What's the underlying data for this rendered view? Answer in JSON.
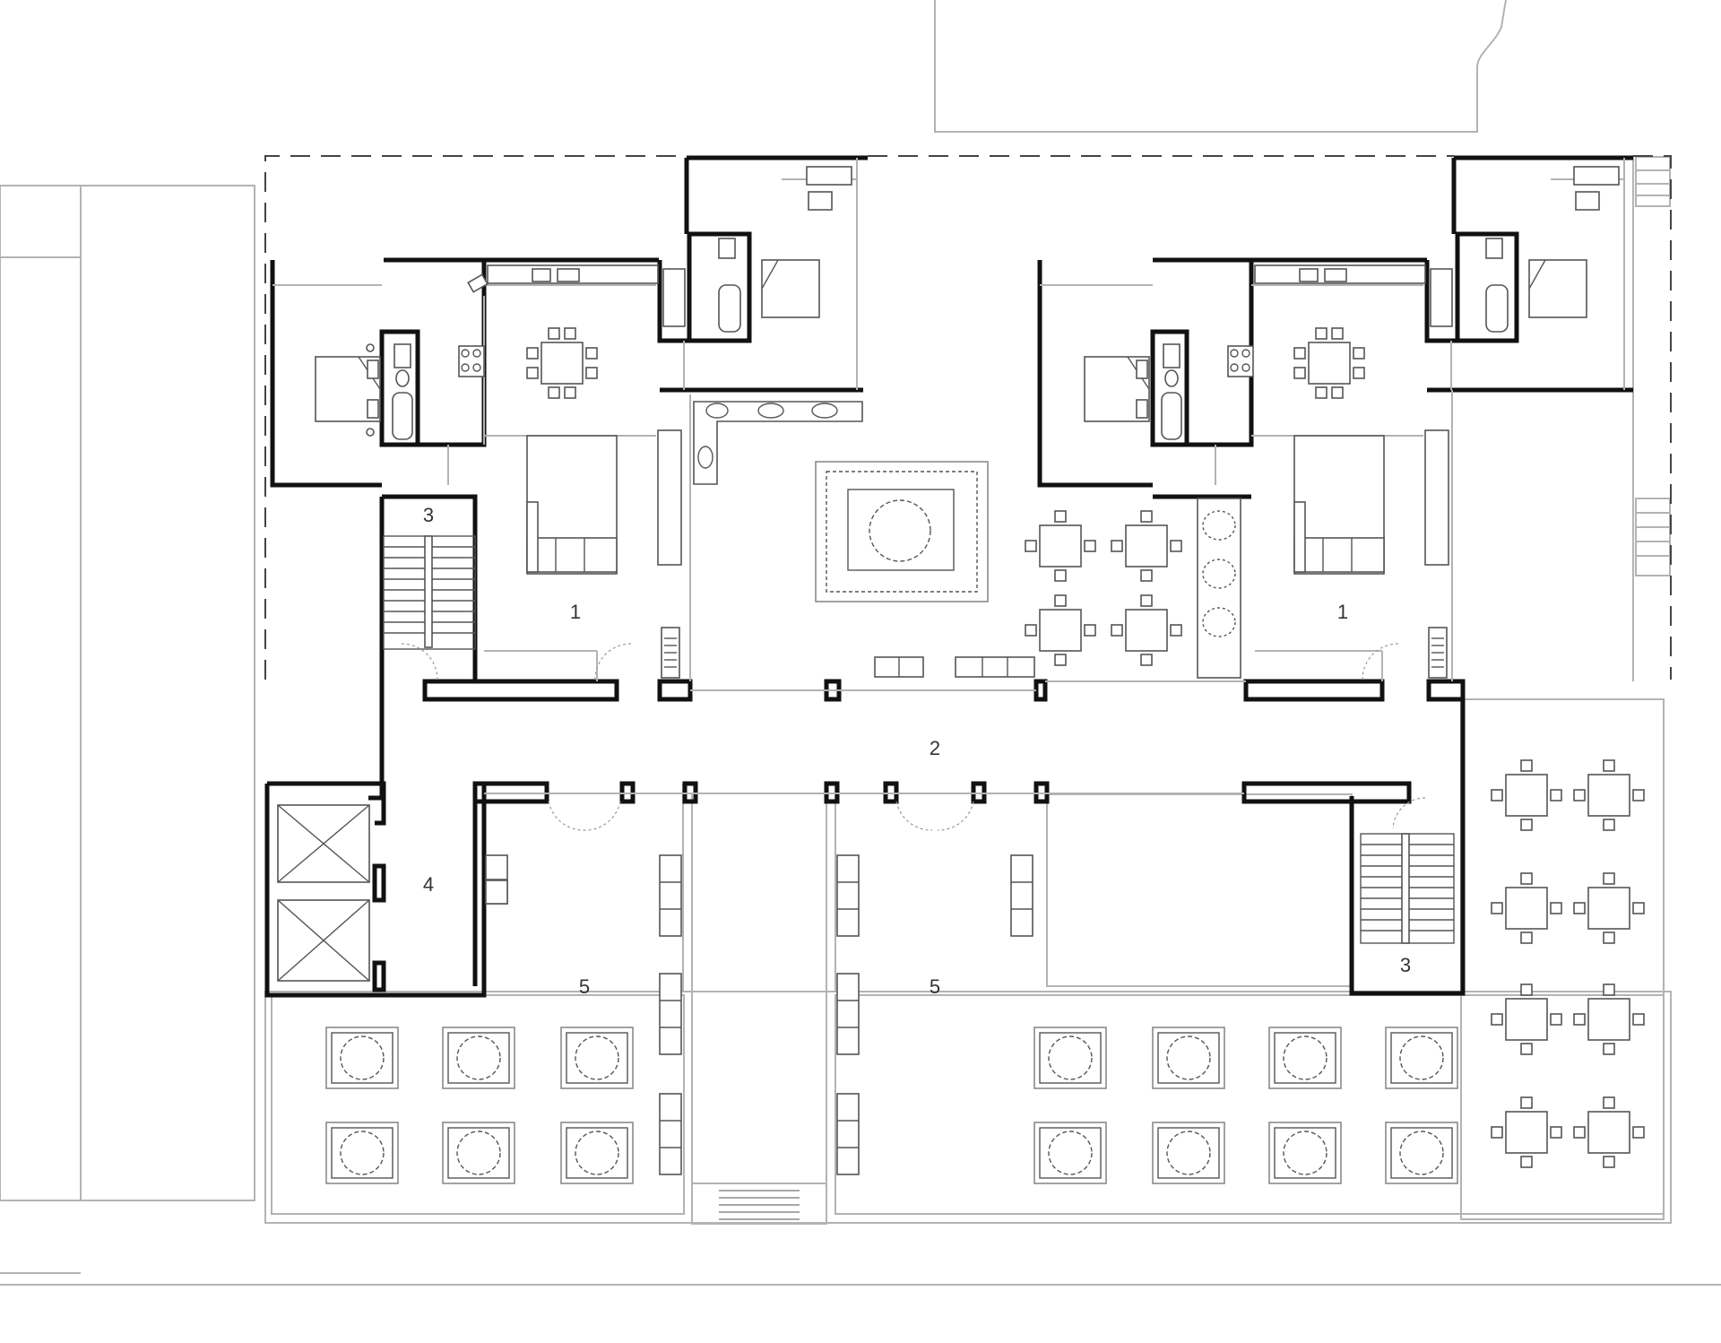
{
  "labels": {
    "unit_left": "1",
    "unit_right": "1",
    "corridor": "2",
    "stair_left": "3",
    "stair_right": "3",
    "elevators": "4",
    "garden_left": "5",
    "garden_center": "5"
  },
  "colors": {
    "wall": "#111111",
    "outline": "#b3b3b3",
    "furniture": "#555555",
    "label": "#333333"
  }
}
